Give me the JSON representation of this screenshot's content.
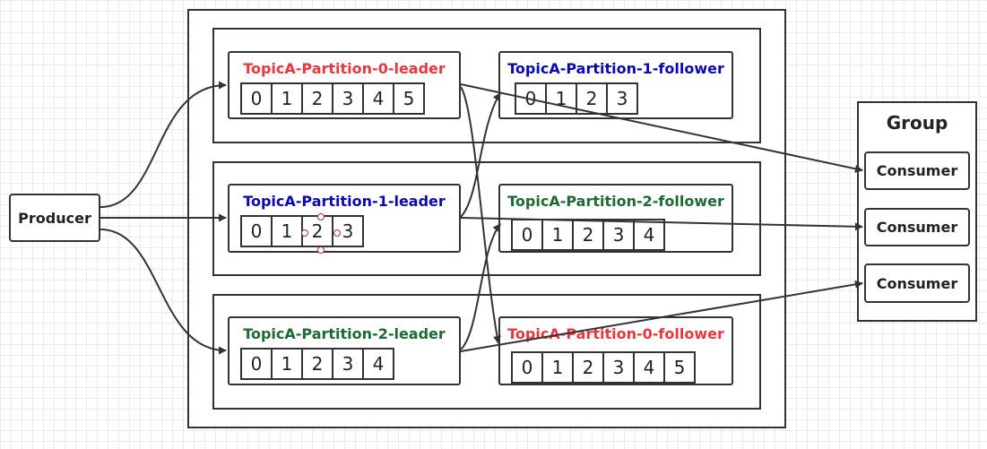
{
  "producer": {
    "label": "Producer"
  },
  "group": {
    "title": "Group",
    "consumers": [
      "Consumer",
      "Consumer",
      "Consumer"
    ]
  },
  "colors": {
    "red": "#e8383d",
    "blue": "#0a0ab4",
    "green": "#1b6b33"
  },
  "brokers": [
    {
      "leader": {
        "title": "TopicA-Partition-0-leader",
        "color": "red",
        "offsets": [
          "0",
          "1",
          "2",
          "3",
          "4",
          "5"
        ]
      },
      "follower": {
        "title": "TopicA-Partition-1-follower",
        "color": "blue",
        "offsets": [
          "0",
          "1",
          "2",
          "3"
        ]
      }
    },
    {
      "leader": {
        "title": "TopicA-Partition-1-leader",
        "color": "blue",
        "offsets": [
          "0",
          "1",
          "2",
          "3"
        ]
      },
      "follower": {
        "title": "TopicA-Partition-2-follower",
        "color": "green",
        "offsets": [
          "0",
          "1",
          "2",
          "3",
          "4"
        ]
      }
    },
    {
      "leader": {
        "title": "TopicA-Partition-2-leader",
        "color": "green",
        "offsets": [
          "0",
          "1",
          "2",
          "3",
          "4"
        ]
      },
      "follower": {
        "title": "TopicA-Partition-0-follower",
        "color": "red",
        "offsets": [
          "0",
          "1",
          "2",
          "3",
          "4",
          "5"
        ]
      }
    }
  ]
}
